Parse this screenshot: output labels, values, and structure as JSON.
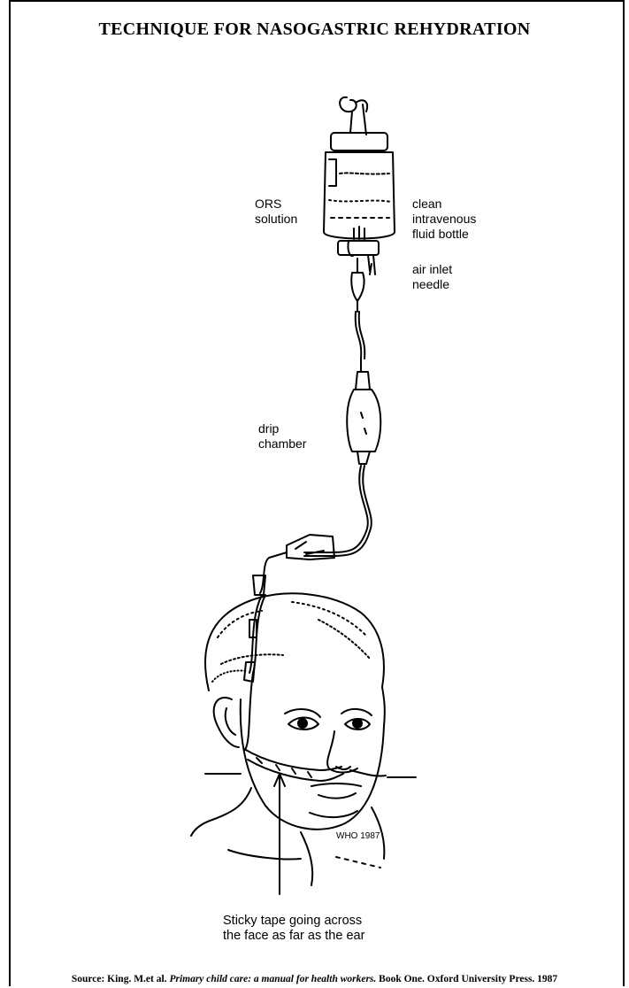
{
  "title": "TECHNIQUE FOR NASOGASTRIC REHYDRATION",
  "labels": {
    "ors_solution": "ORS\nsolution",
    "iv_bottle": "clean\nintravenous\nfluid bottle",
    "air_inlet": "air inlet\nneedle",
    "drip_chamber": "drip\nchamber",
    "who": "WHO 1987",
    "sticky_tape": "Sticky tape going across\nthe face as far as the ear"
  },
  "source": {
    "prefix": "Source: King. M.et al. ",
    "book_title": "Primary child care: a manual for health workers.",
    "suffix": " Book One. Oxford University Press. 1987"
  }
}
